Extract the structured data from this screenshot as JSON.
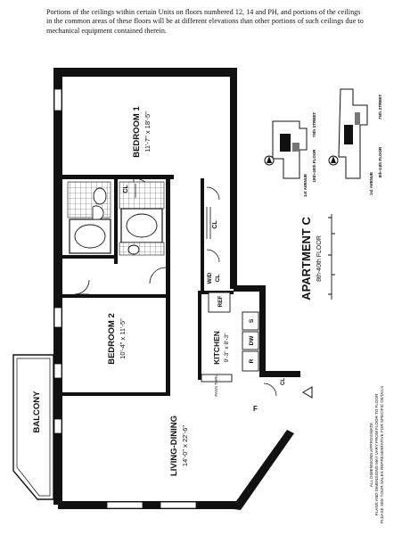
{
  "notice": {
    "line1": "Portions of the ceilings within certain Units on floors numbered 12, 14 and PH, and portions of the ceilings",
    "line2": "in the common areas of these floors will be at different elevations than other portions of such ceilings due to",
    "line3": "mechanical equipment contained therein."
  },
  "rooms": {
    "bedroom1": {
      "name": "BEDROOM 1",
      "dims": "11'-7\" x 18'-5\""
    },
    "bedroom2": {
      "name": "BEDROOM 2",
      "dims": "10'-4\" x 11'-5\""
    },
    "living": {
      "name": "LIVING-DINING",
      "dims": "14'-0\" x 22'-6\""
    },
    "kitchen": {
      "name": "KITCHEN",
      "dims": "9'-3\" x 8'-3\""
    },
    "balcony": {
      "name": "BALCONY"
    }
  },
  "fixtures": {
    "closet": "CL",
    "washer_dryer_1": "W/D",
    "washer_dryer_2": "CL",
    "refrigerator": "REF",
    "stove": "S",
    "dishwasher": "DW",
    "range": "R",
    "pass_thru": "PASS THRU",
    "fireplace_mark": "F"
  },
  "title": {
    "apartment": "APARTMENT C",
    "floors": "8th-40th FLOOR"
  },
  "key_plans": {
    "plan_a_floor": "18th-40th FLOOR",
    "plan_b_floor": "8th-14th FLOOR",
    "street": "75th STREET",
    "avenue": "1st AVENUE"
  },
  "disclaimer": {
    "line1": "ALL DIMENSIONS APPROXIMATE",
    "line2": "PLANS AND DIMENSIONS MAY VARY FROM FLOOR TO FLOOR",
    "line3": "PLEASE SEE YOUR SALES REPRESENTATIVE FOR SPECIFIC DETAILS"
  },
  "colors": {
    "ink": "#111111",
    "tile": "#cfcfcf",
    "paper": "#ffffff"
  }
}
